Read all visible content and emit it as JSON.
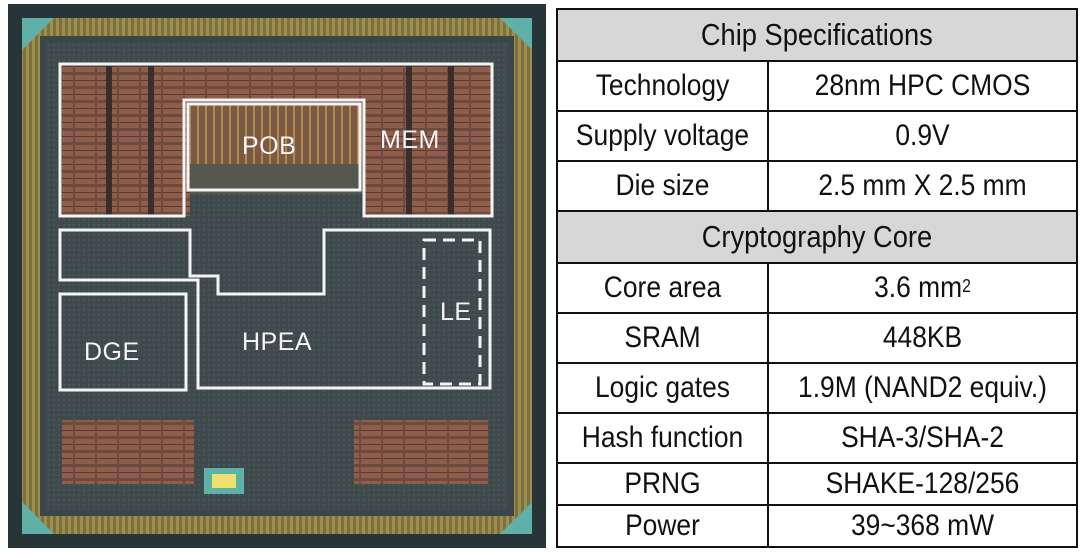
{
  "die_labels": {
    "pob": "POB",
    "mem": "MEM",
    "le": "LE",
    "dge": "DGE",
    "hpea": "HPEA"
  },
  "table": {
    "header1": "Chip Specifications",
    "header2": "Cryptography Core",
    "rows1": [
      {
        "key": "Technology",
        "value": "28nm HPC CMOS"
      },
      {
        "key": "Supply voltage",
        "value": "0.9V"
      },
      {
        "key": "Die size",
        "value": "2.5 mm X 2.5 mm"
      }
    ],
    "core_area": {
      "key": "Core area",
      "value": "3.6 mm",
      "sup": "2"
    },
    "rows2": [
      {
        "key": "SRAM",
        "value": "448KB"
      },
      {
        "key": "Logic gates",
        "value": "1.9M (NAND2 equiv.)"
      },
      {
        "key": "Hash function",
        "value": "SHA-3/SHA-2"
      },
      {
        "key": "PRNG",
        "value": "SHAKE-128/256"
      },
      {
        "key": "Power",
        "value": "39~368 mW"
      }
    ]
  },
  "colors": {
    "die_background": "#2c3a3f",
    "pad_ring": "#8a7a3a",
    "memory_macro": "#8a5a4a",
    "header_fill": "#d7d7d7"
  }
}
